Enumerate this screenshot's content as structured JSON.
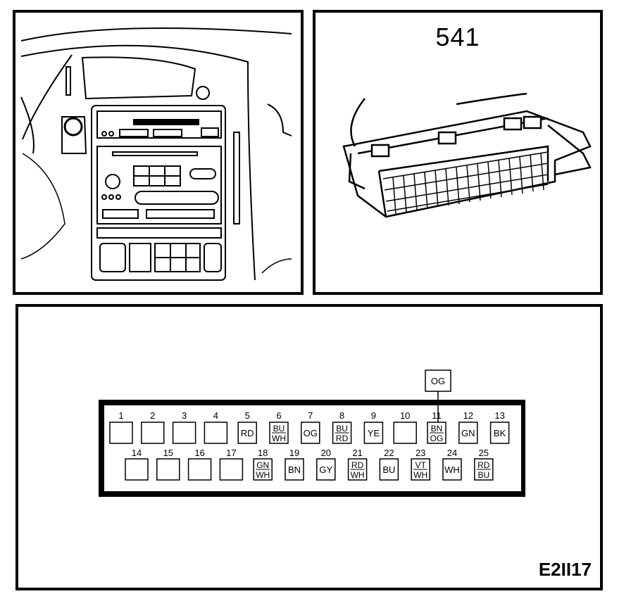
{
  "connector_label": "541",
  "figure_code": "E2II17",
  "connector_pins": {
    "top_row": [
      {
        "num": "1",
        "colors": []
      },
      {
        "num": "2",
        "colors": []
      },
      {
        "num": "3",
        "colors": []
      },
      {
        "num": "4",
        "colors": []
      },
      {
        "num": "5",
        "colors": [
          "RD"
        ]
      },
      {
        "num": "6",
        "colors": [
          "BU",
          "WH"
        ]
      },
      {
        "num": "7",
        "colors": [
          "OG"
        ]
      },
      {
        "num": "8",
        "colors": [
          "BU",
          "RD"
        ]
      },
      {
        "num": "9",
        "colors": [
          "YE"
        ]
      },
      {
        "num": "10",
        "colors": []
      },
      {
        "num": "11",
        "colors": [
          "BN",
          "OG"
        ]
      },
      {
        "num": "12",
        "colors": [
          "GN"
        ]
      },
      {
        "num": "13",
        "colors": [
          "BK"
        ]
      }
    ],
    "bottom_row": [
      {
        "num": "14",
        "colors": []
      },
      {
        "num": "15",
        "colors": []
      },
      {
        "num": "16",
        "colors": []
      },
      {
        "num": "17",
        "colors": []
      },
      {
        "num": "18",
        "colors": [
          "GN",
          "WH"
        ]
      },
      {
        "num": "19",
        "colors": [
          "BN"
        ]
      },
      {
        "num": "20",
        "colors": [
          "GY"
        ]
      },
      {
        "num": "21",
        "colors": [
          "RD",
          "WH"
        ]
      },
      {
        "num": "22",
        "colors": [
          "BU"
        ]
      },
      {
        "num": "23",
        "colors": [
          "VT",
          "WH"
        ]
      },
      {
        "num": "24",
        "colors": [
          "WH"
        ]
      },
      {
        "num": "25",
        "colors": [
          "RD",
          "BU"
        ]
      }
    ],
    "extra_wire": {
      "pin": "11",
      "color": "OG"
    }
  }
}
